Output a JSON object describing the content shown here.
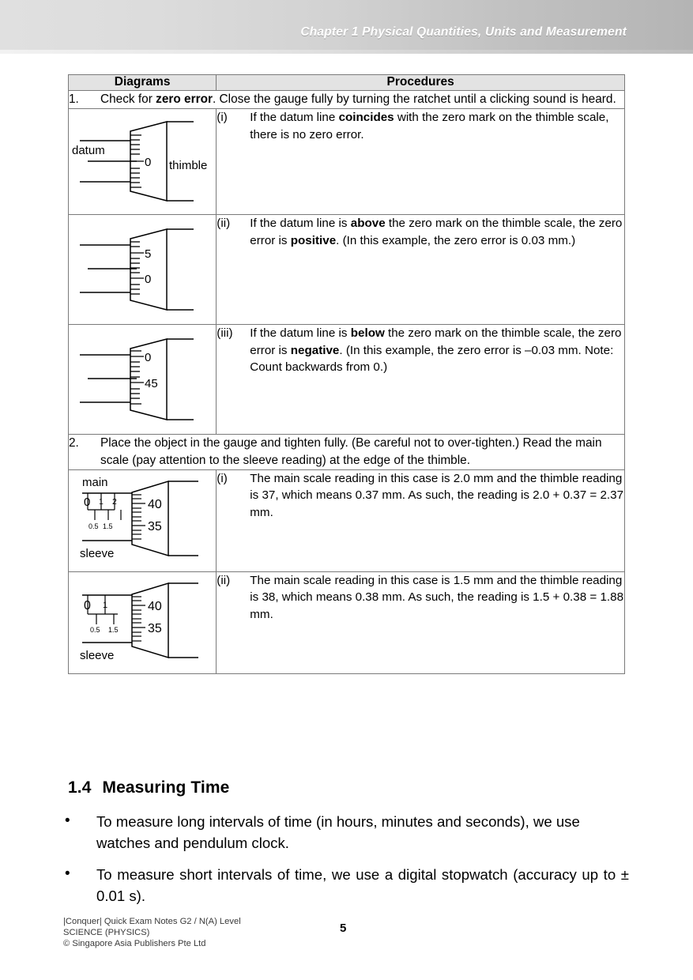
{
  "header": {
    "running_head": "Chapter 1  Physical Quantities, Units and Measurement"
  },
  "table": {
    "columns": [
      "Diagrams",
      "Procedures"
    ],
    "steps": [
      {
        "number": "1.",
        "text_html": "Check for <b>zero error</b>. Close the gauge fully by turning the ratchet until a clicking sound is heard."
      },
      {
        "number": "2.",
        "text_html": "Place the object in the gauge and tighten fully. (Be careful not to over-tighten.) Read the main scale (pay attention to the sleeve reading) at the edge of the thimble."
      }
    ],
    "zero_error_rows": [
      {
        "marker": "(i)",
        "text_html": "If the datum line <b>coincides</b> with the zero mark on the thimble scale, there is no zero error.",
        "diagram": {
          "name": "micrometer-zero-coincides",
          "labels": [
            "datum",
            "0",
            "thimble"
          ],
          "scale_values": [
            "0"
          ]
        }
      },
      {
        "marker": "(ii)",
        "text_html": "If the datum line is <b>above</b> the zero mark on the thimble scale, the zero error is <b>positive</b>. (In this example, the zero error is 0.03 mm.)",
        "diagram": {
          "name": "micrometer-positive-zero-error",
          "labels": [],
          "scale_values": [
            "5",
            "0"
          ]
        }
      },
      {
        "marker": "(iii)",
        "text_html": "If the datum line is <b>below</b> the zero mark on the thimble scale, the zero error is <b>negative</b>. (In this example, the zero error is &ndash;0.03 mm. Note: Count backwards from 0.)",
        "diagram": {
          "name": "micrometer-negative-zero-error",
          "labels": [],
          "scale_values": [
            "0",
            "45"
          ]
        }
      }
    ],
    "reading_rows": [
      {
        "marker": "(i)",
        "text_html": "The main scale reading in this case is 2.0 mm and the thimble reading is 37, which means 0.37 mm. As such, the reading is 2.0 + 0.37 = 2.37 mm.",
        "diagram": {
          "name": "micrometer-reading-237mm",
          "labels": [
            "main",
            "sleeve"
          ],
          "main_scale_top": [
            "0",
            "1",
            "2"
          ],
          "main_scale_bottom": [
            "0.5",
            "1.5"
          ],
          "thimble_values": [
            "40",
            "35"
          ]
        }
      },
      {
        "marker": "(ii)",
        "text_html": "The main scale reading in this case is 1.5 mm and the thimble reading is 38, which means 0.38 mm. As such, the reading is 1.5 + 0.38 = 1.88 mm.",
        "diagram": {
          "name": "micrometer-reading-188mm",
          "labels": [
            "sleeve"
          ],
          "main_scale_top": [
            "0",
            "1"
          ],
          "main_scale_bottom": [
            "0.5",
            "1.5"
          ],
          "thimble_values": [
            "40",
            "35"
          ]
        }
      }
    ]
  },
  "section": {
    "number": "1.4",
    "title": "Measuring Time",
    "bullets": [
      "To measure long intervals of time (in hours, minutes and seconds), we use watches and pendulum clock.",
      "To measure short intervals of time, we use a digital stopwatch (accuracy up to ± 0.01 s)."
    ],
    "bullet_marker": "•"
  },
  "footer": {
    "line1": "|Conquer| Quick Exam Notes G2 / N(A) Level",
    "line2": "SCIENCE (PHYSICS)",
    "line3": "© Singapore Asia Publishers Pte Ltd",
    "page_number": "5"
  }
}
